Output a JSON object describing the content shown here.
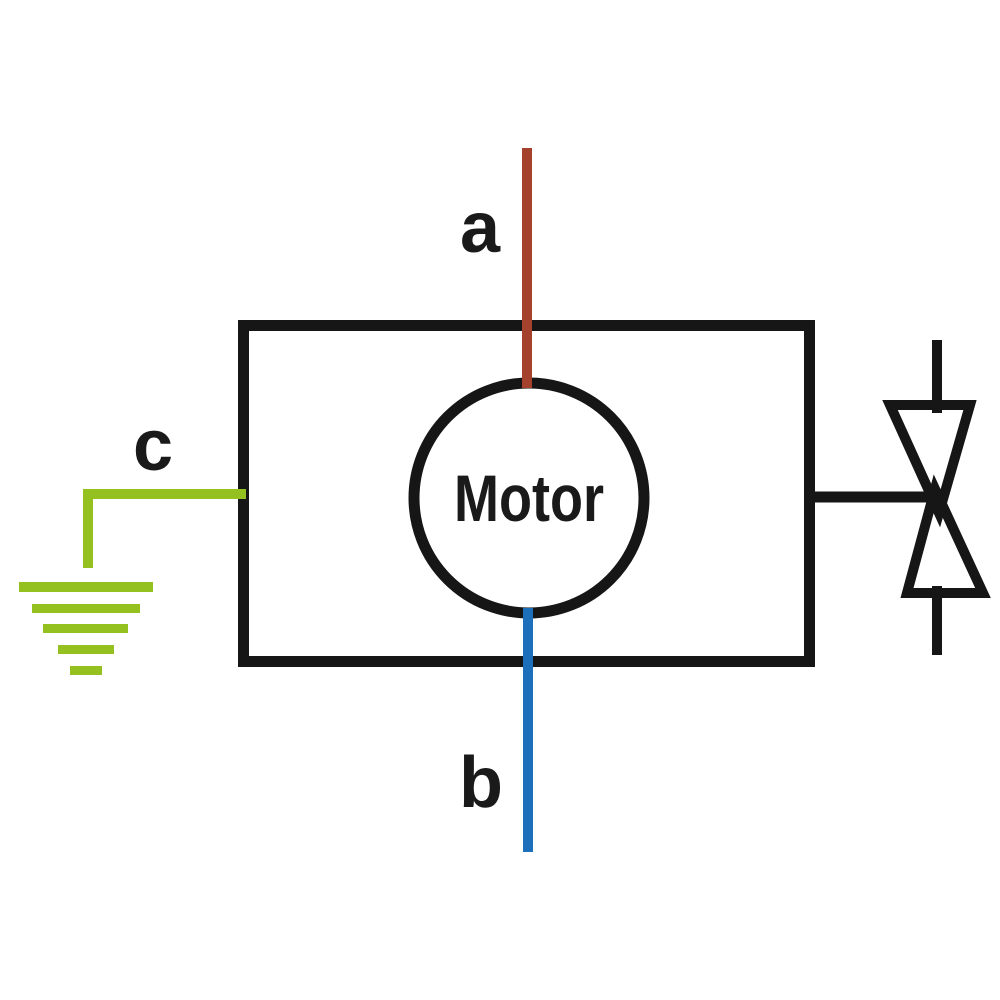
{
  "diagram": {
    "kind": "motor-circuit-schematic",
    "labels": {
      "terminal_a": "a",
      "terminal_b": "b",
      "terminal_c": "c",
      "motor": "Motor"
    },
    "colors": {
      "wire_a": "#a5422d",
      "wire_b": "#1c6fba",
      "wire_c": "#94c11f",
      "outline": "#161616",
      "text": "#1a1a1a",
      "background": "#ffffff"
    }
  }
}
